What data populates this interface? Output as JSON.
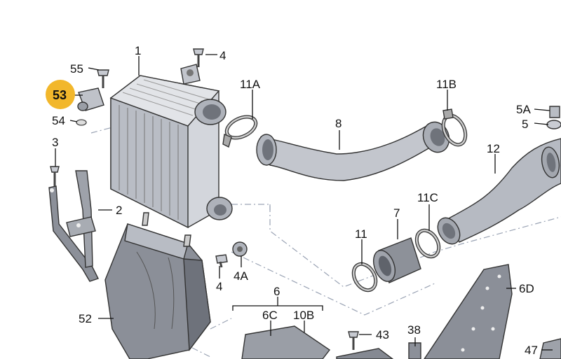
{
  "diagram": {
    "highlight_color": "#f2b72b",
    "part_fill": "#c9ccd3",
    "part_fill_dark": "#8c9099",
    "labels": {
      "p1": "1",
      "p2": "2",
      "p3": "3",
      "p4_top": "4",
      "p4_bottom": "4",
      "p4a": "4A",
      "p5": "5",
      "p5a": "5A",
      "p6": "6",
      "p6c": "6C",
      "p6d": "6D",
      "p7": "7",
      "p8": "8",
      "p10b": "10B",
      "p11": "11",
      "p11a": "11A",
      "p11b": "11B",
      "p11c": "11C",
      "p12": "12",
      "p38": "38",
      "p43": "43",
      "p47": "47",
      "p52": "52",
      "p53": "53",
      "p54": "54",
      "p55": "55"
    }
  }
}
